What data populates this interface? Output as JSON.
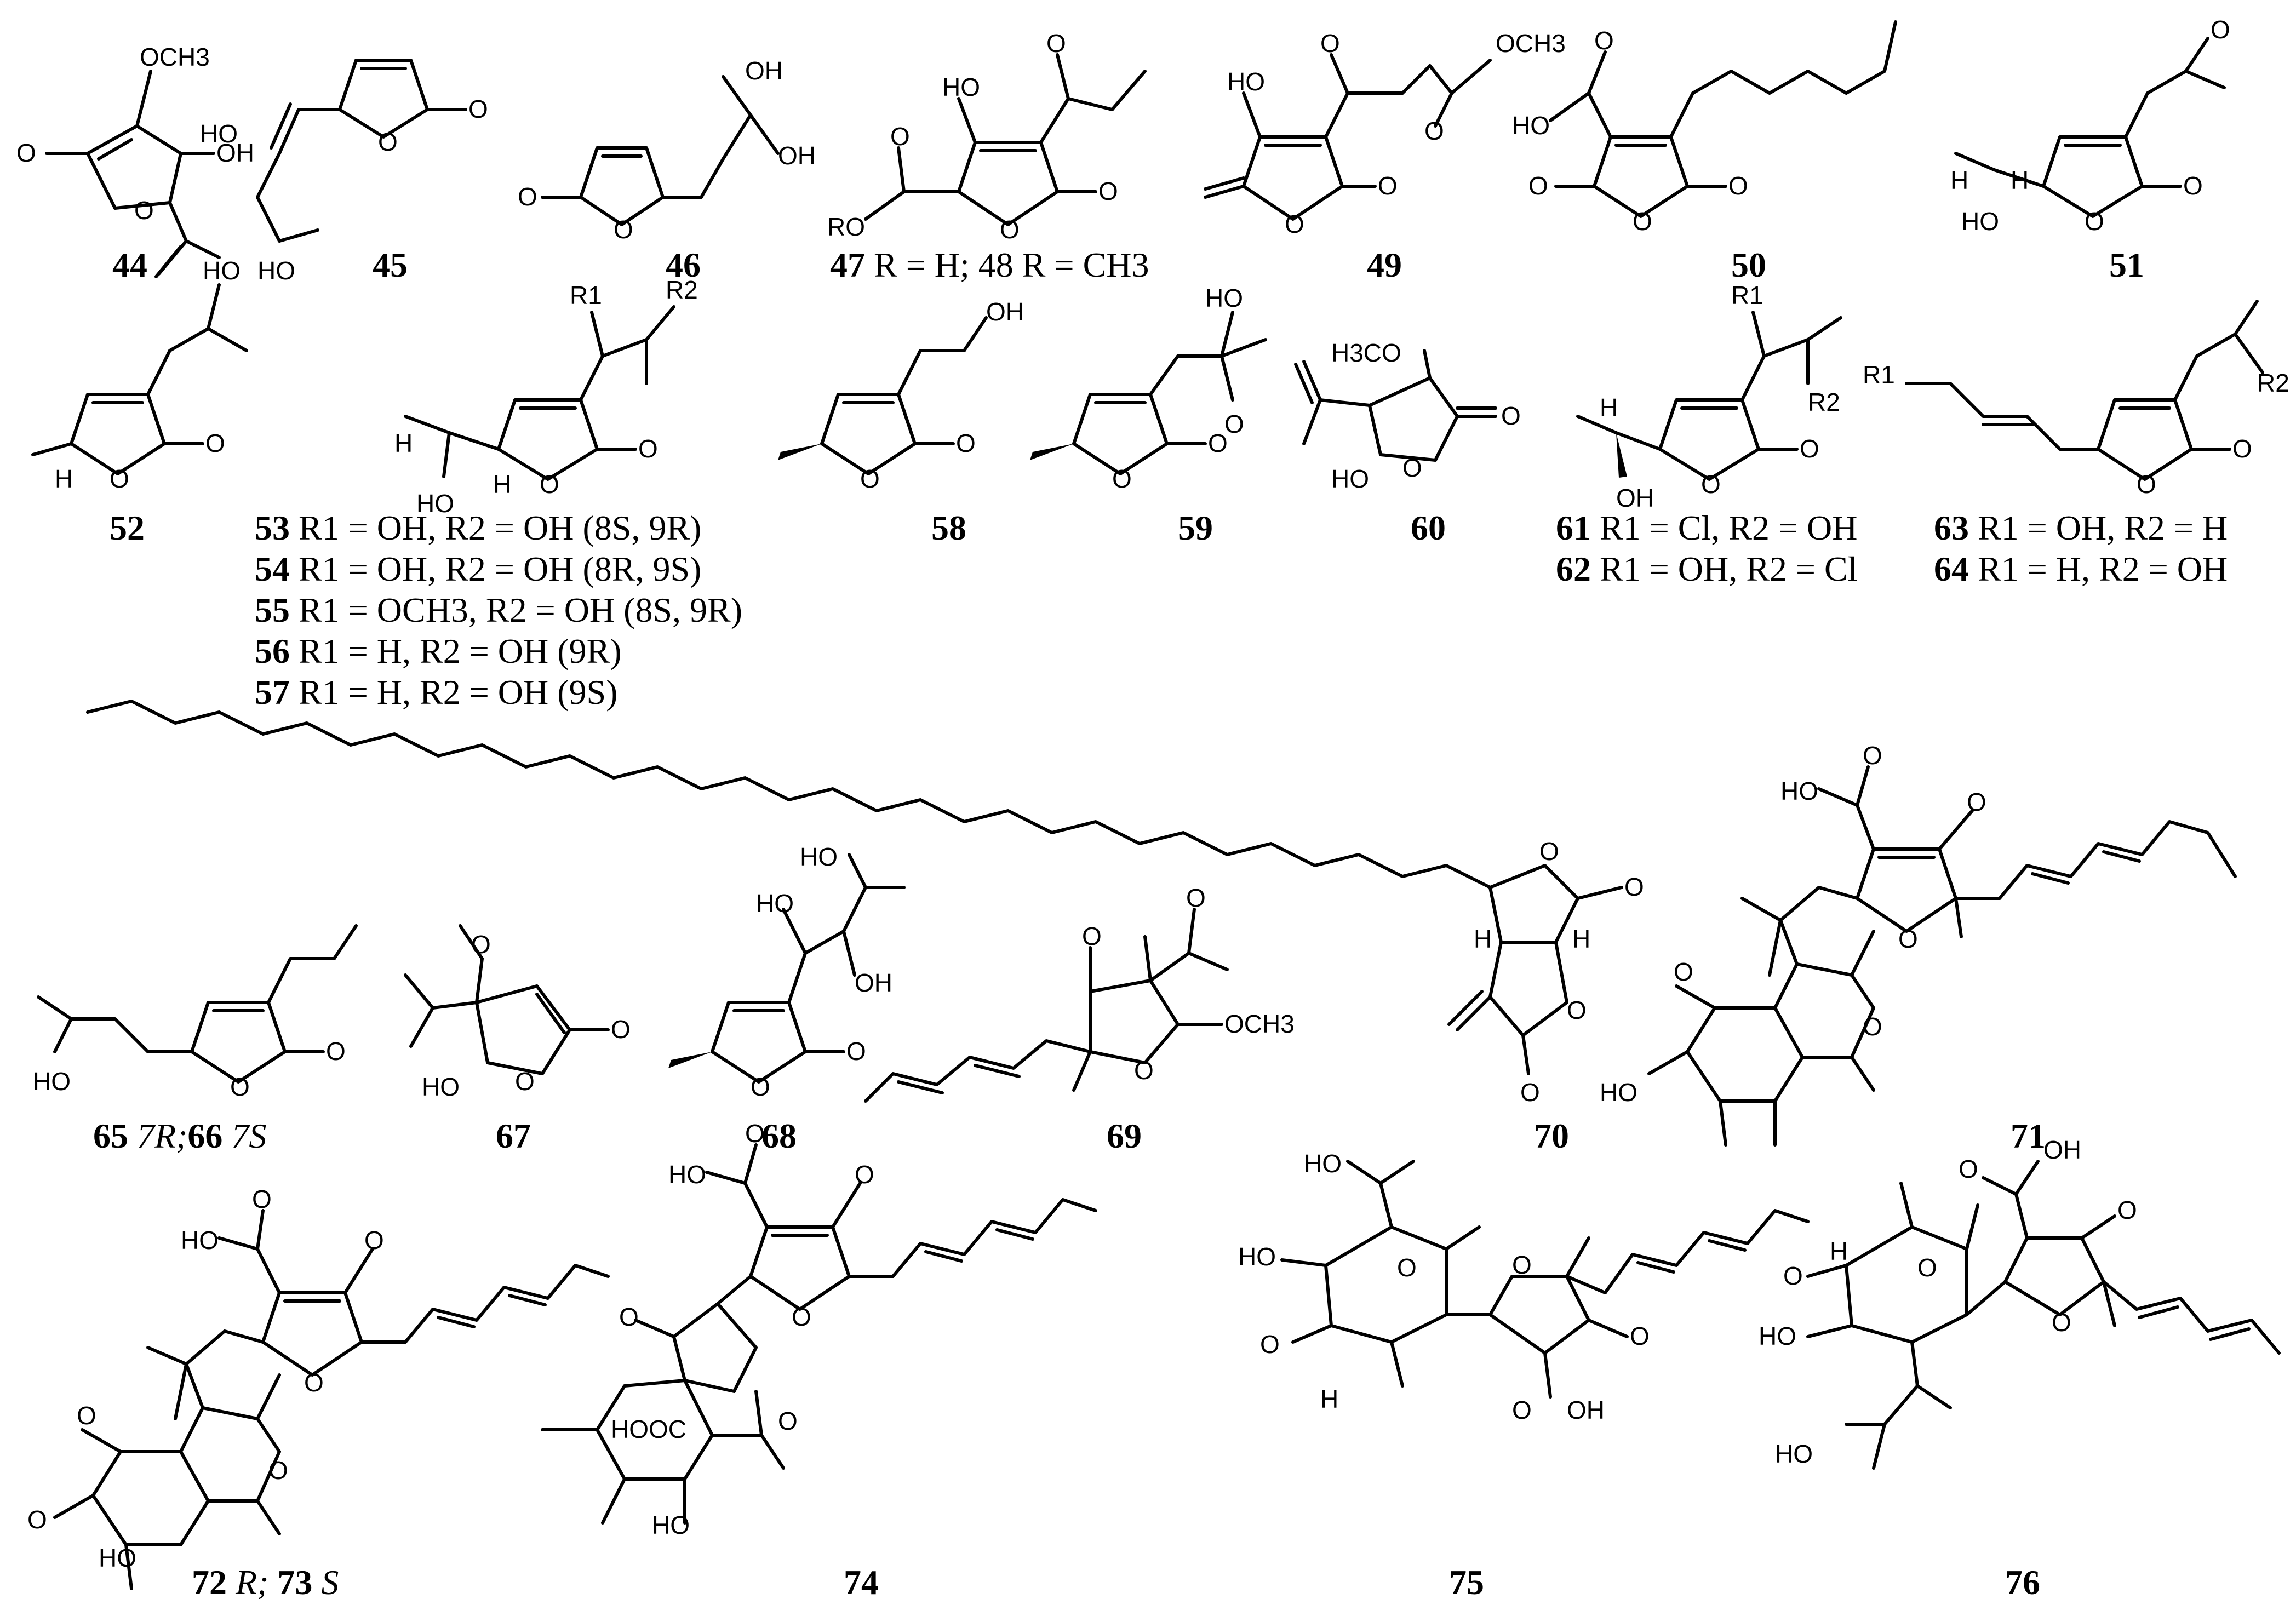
{
  "atoms": {
    "OCH3": "OCH3",
    "OH": "OH",
    "HO": "HO",
    "O": "O",
    "RO": "RO",
    "H": "H",
    "H3CO": "H3CO",
    "HOOC": "HOOC",
    "R1": "R1",
    "R2": "R2"
  },
  "compounds": {
    "c44": {
      "num": "44"
    },
    "c45": {
      "num": "45"
    },
    "c46": {
      "num": "46"
    },
    "c47": {
      "num": "47",
      "tail": " R = H; 48 R = CH3"
    },
    "c49": {
      "num": "49"
    },
    "c50": {
      "num": "50"
    },
    "c51": {
      "num": "51"
    },
    "c52": {
      "num": "52"
    },
    "c53": {
      "num": "53",
      "tail": " R1 = OH, R2 = OH (8S, 9R)"
    },
    "c54": {
      "num": "54",
      "tail": " R1 = OH, R2 = OH (8R, 9S)"
    },
    "c55": {
      "num": "55",
      "tail": " R1 = OCH3, R2 = OH (8S, 9R)"
    },
    "c56": {
      "num": "56",
      "tail": " R1 = H, R2 = OH (9R)"
    },
    "c57": {
      "num": "57",
      "tail": " R1 = H, R2 = OH (9S)"
    },
    "c58": {
      "num": "58"
    },
    "c59": {
      "num": "59"
    },
    "c60": {
      "num": "60"
    },
    "c61": {
      "num": "61",
      "tail": " R1 = Cl, R2 = OH"
    },
    "c62": {
      "num": "62",
      "tail": " R1 = OH, R2 = Cl"
    },
    "c63": {
      "num": "63",
      "tail": " R1 = OH, R2 = H"
    },
    "c64": {
      "num": "64",
      "tail": " R1 = H, R2 = OH"
    },
    "c65": {
      "num": "65",
      "tail": " 7R;",
      "num2": "66",
      "tail2": " 7S"
    },
    "c67": {
      "num": "67"
    },
    "c68": {
      "num": "68"
    },
    "c69": {
      "num": "69"
    },
    "c70": {
      "num": "70"
    },
    "c71": {
      "num": "71"
    },
    "c72": {
      "num": "72",
      "tail": " R; ",
      "num2": "73",
      "tail2": " S"
    },
    "c74": {
      "num": "74"
    },
    "c75": {
      "num": "75"
    },
    "c76": {
      "num": "76"
    }
  }
}
